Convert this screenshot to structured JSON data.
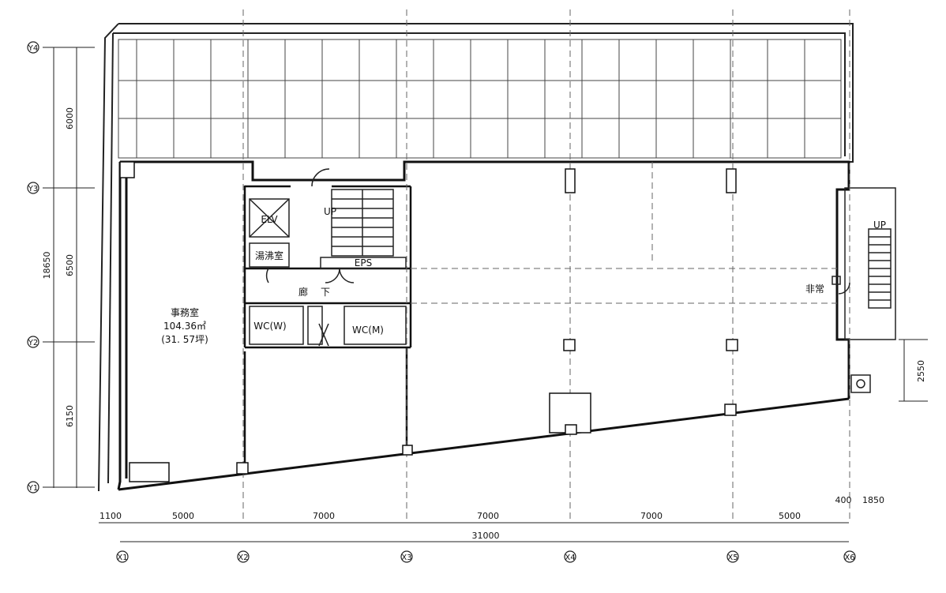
{
  "grid_labels": {
    "x": [
      "X1",
      "X2",
      "X3",
      "X4",
      "X5",
      "X6"
    ],
    "y": [
      "Y1",
      "Y2",
      "Y3",
      "Y4"
    ]
  },
  "dimensions": {
    "bottom": [
      "1100",
      "5000",
      "7000",
      "7000",
      "7000",
      "5000"
    ],
    "total_bottom": "31000",
    "right_bottom": "400",
    "right_bottom2": "1850",
    "left": [
      "6150",
      "6500",
      "6000"
    ],
    "left_total": "18650",
    "right": "2550"
  },
  "rooms": {
    "office_name": "事務室",
    "office_area": "104.36㎡",
    "office_tsubo": "(31. 57坪)",
    "elv": "ELV",
    "kitchen": "湯沸室",
    "eps": "EPS",
    "corridor_1": "廊",
    "corridor_2": "下",
    "wc_w": "WC(W)",
    "wc_m": "WC(M)",
    "up_main": "UP",
    "up_emergency": "UP",
    "emergency": "非常"
  }
}
